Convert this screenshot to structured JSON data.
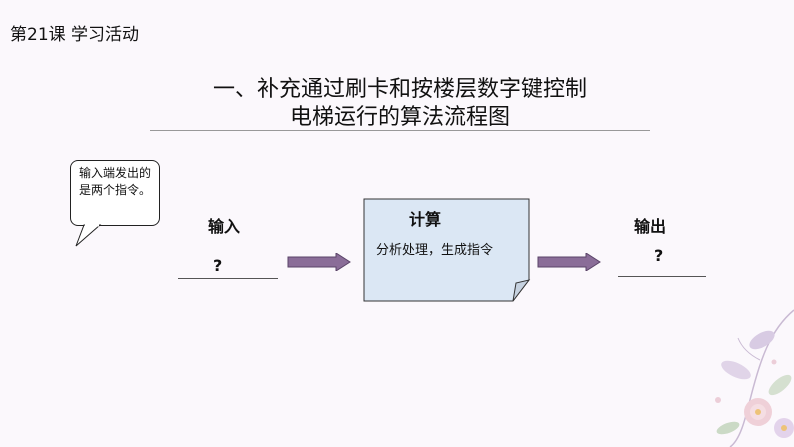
{
  "lesson": "第21课  学习活动",
  "title": {
    "line1": "一、补充通过刷卡和按楼层数字键控制",
    "line2": "电梯运行的算法流程图"
  },
  "bubble": {
    "text": "输入端发出的是两个指令。"
  },
  "input": {
    "label": "输入",
    "value": "?"
  },
  "process": {
    "title": "计算",
    "text": "分析处理，生成指令"
  },
  "output": {
    "label": "输出",
    "value": "?"
  },
  "colors": {
    "process_fill": "#dbe7f4",
    "arrow": "#8a6d98",
    "rule": "#999999"
  }
}
